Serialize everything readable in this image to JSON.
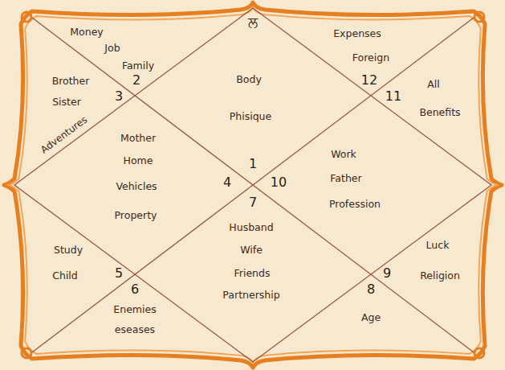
{
  "diagram": {
    "nodes": [
      {
        "text": [
          "1",
          "Body",
          "Phisique"
        ]
      },
      {
        "text": [
          "2",
          "Money",
          "Job",
          "Family"
        ]
      },
      {
        "text": [
          "3",
          "Brother",
          "Sister",
          "Adventures"
        ]
      },
      {
        "text": [
          "4",
          "Mother",
          "Home",
          "Vehicles",
          "Property"
        ]
      },
      {
        "text": [
          "5",
          "Study",
          "Child"
        ]
      },
      {
        "text": [
          "6",
          "Enemies",
          "eseases"
        ]
      },
      {
        "text": [
          "7",
          "Husband",
          "Wife",
          "Friends",
          "Partnership"
        ]
      },
      {
        "text": [
          "8",
          "Age"
        ]
      },
      {
        "text": [
          "9",
          "Luck",
          "Religion"
        ]
      },
      {
        "text": [
          "10",
          "Work",
          "Father",
          "Profession"
        ]
      },
      {
        "text": [
          "11",
          "All",
          "Benefits"
        ]
      },
      {
        "text": [
          "12",
          "Expenses",
          "Foreign"
        ]
      }
    ],
    "labels": [
      "ਲ"
    ]
  }
}
